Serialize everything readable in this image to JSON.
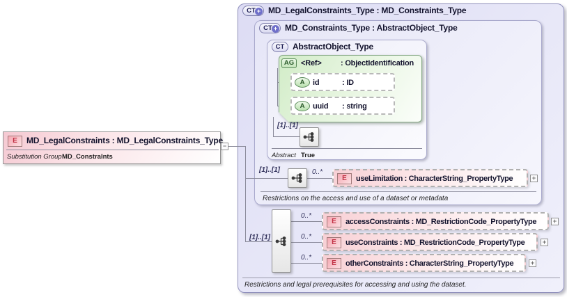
{
  "icons": {
    "plus": "+",
    "minus": "−"
  },
  "colors": {
    "element_pink": "#f5c9d2",
    "container_lavender": "#e4e4f6",
    "attribute_group_green": "#d2ecc8",
    "badge_letter_red": "#c13245",
    "badge_circle_blue": "#7070ca"
  },
  "element_node": {
    "badge": "E",
    "title": "MD_LegalConstraints : MD_LegalConstraints_Type",
    "substitution_label": "Substitution Group",
    "substitution_value": "MD_ConstraInts"
  },
  "outer": {
    "badge": "CT",
    "title": "MD_LegalConstraints_Type : MD_Constraints_Type",
    "annotation": "Restrictions and legal prerequisites for accessing and using the dataset.",
    "inner": {
      "badge": "CT",
      "title": "MD_Constraints_Type : AbstractObject_Type",
      "annotation": "Restrictions on the access and use of a dataset or metadata",
      "abstract": {
        "badge": "CT",
        "title": "AbstractObject_Type",
        "sequence_label": "[1]..[1]",
        "footer_label": "Abstract",
        "footer_value": "True",
        "ag": {
          "badge": "AG",
          "name": "<Ref>",
          "type": ": ObjectIdentification",
          "attributes": [
            {
              "badge": "A",
              "name": "id",
              "type": ": ID"
            },
            {
              "badge": "A",
              "name": "uuid",
              "type": ": string"
            }
          ]
        }
      },
      "use_limitation": {
        "sequence_label": "[1]..[1]",
        "multiplicity": "0..*",
        "badge": "E",
        "text": "useLimitation : CharacterString_PropertyType"
      }
    },
    "group": {
      "sequence_label": "[1]..[1]",
      "rows": [
        {
          "multiplicity": "0..*",
          "badge": "E",
          "text": "accessConstraints : MD_RestrictionCode_PropertyType"
        },
        {
          "multiplicity": "0..*",
          "badge": "E",
          "text": "useConstraints : MD_RestrictionCode_PropertyType"
        },
        {
          "multiplicity": "0..*",
          "badge": "E",
          "text": "otherConstraints : CharacterString_PropertyType"
        }
      ]
    }
  }
}
